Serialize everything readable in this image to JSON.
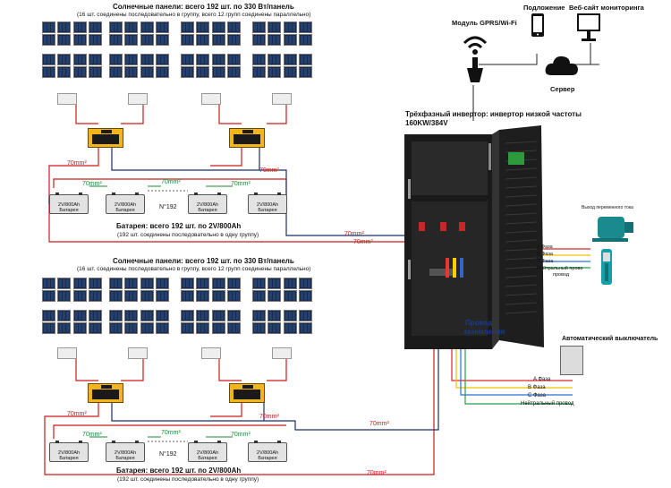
{
  "top_panels_title": "Солнечные панели: всего 192 шт. по 330 Вт/панель",
  "top_panels_subtitle": "(16 шт. соединены последовательно в группу, всего 12 групп соединены параллельно)",
  "bottom_panels_title": "Солнечные панели: всего 192 шт. по 330 Вт/панель",
  "bottom_panels_subtitle": "(16 шт. соединены последовательно в группу, всего 12 групп соединены параллельно)",
  "top_batteries_title": "Батарея: всего 192 шт. по 2V/800Ah",
  "top_batteries_subtitle": "(192 шт. соединены последовательно в одну группу)",
  "bottom_batteries_title": "Батарея: всего 192 шт. по 2V/800Ah",
  "bottom_batteries_subtitle": "(192 шт. соединены последовательно в одну группу)",
  "battery_label_line1": "2V/800Ah",
  "battery_label_line2": "Батарея",
  "battery_count": "N°192",
  "wire_label": "70mm²",
  "gprs_label": "Модуль GPRS/Wi-Fi",
  "app_label": "Подложение",
  "website_label": "Веб-сайт мониторинга",
  "server_label": "Сервер",
  "inverter_title_line1": "Трёхфазный инвертор: инвертор низкой частоты",
  "inverter_title_line2": "160KW/384V",
  "ac_output_label": "Выход переменного тока",
  "ground_label_line1": "Провод",
  "ground_label_line2": "заземления",
  "breaker_label": "Автоматический выключатель",
  "phase_a": "A Фаза",
  "phase_b": "B Фаза",
  "phase_c": "C Фаза",
  "neutral_short": "Нейтральный провод",
  "neutral_short_line2": "провод",
  "neutral_top_line1": "Нейтральный прово",
  "colors": {
    "wire_red": "#cc1a1a",
    "wire_navy": "#1a2f6b",
    "wire_green": "#1f8a3b",
    "phase_a": "#d62828",
    "phase_b": "#f2c200",
    "phase_c": "#2a6fd6",
    "neutral": "#27a048",
    "inverter_yellow": "#f2b51c"
  }
}
